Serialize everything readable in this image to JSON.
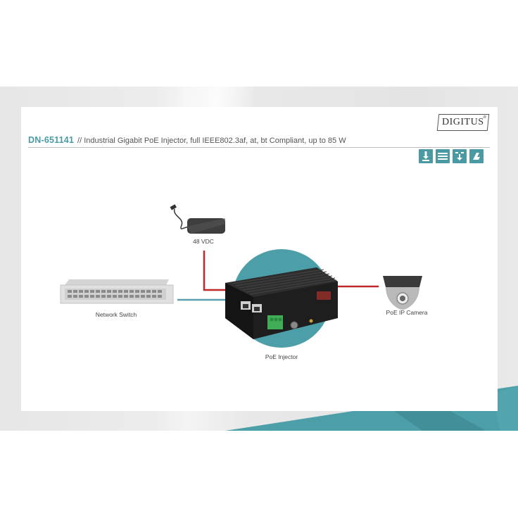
{
  "header": {
    "model": "DN-651141",
    "description": "// Industrial Gigabit PoE Injector, full IEEE802.3af, at, bt Compliant, up to 85 W",
    "brand": "DIGITUS",
    "brand_mark": "®"
  },
  "feature_icons": [
    {
      "name": "poe-feature-icon"
    },
    {
      "name": "gigabit-feature-icon"
    },
    {
      "name": "power-range-feature-icon"
    },
    {
      "name": "din-rail-feature-icon"
    }
  ],
  "diagram": {
    "power_supply_label": "48 VDC",
    "switch_label": "Network Switch",
    "injector_label": "PoE Injector",
    "camera_label": "PoE IP Camera"
  },
  "colors": {
    "accent_teal": "#4a9aa3",
    "power_line_red": "#c0282a",
    "data_line_teal": "#5b9fb0",
    "background_band": "#e6e6e6"
  }
}
